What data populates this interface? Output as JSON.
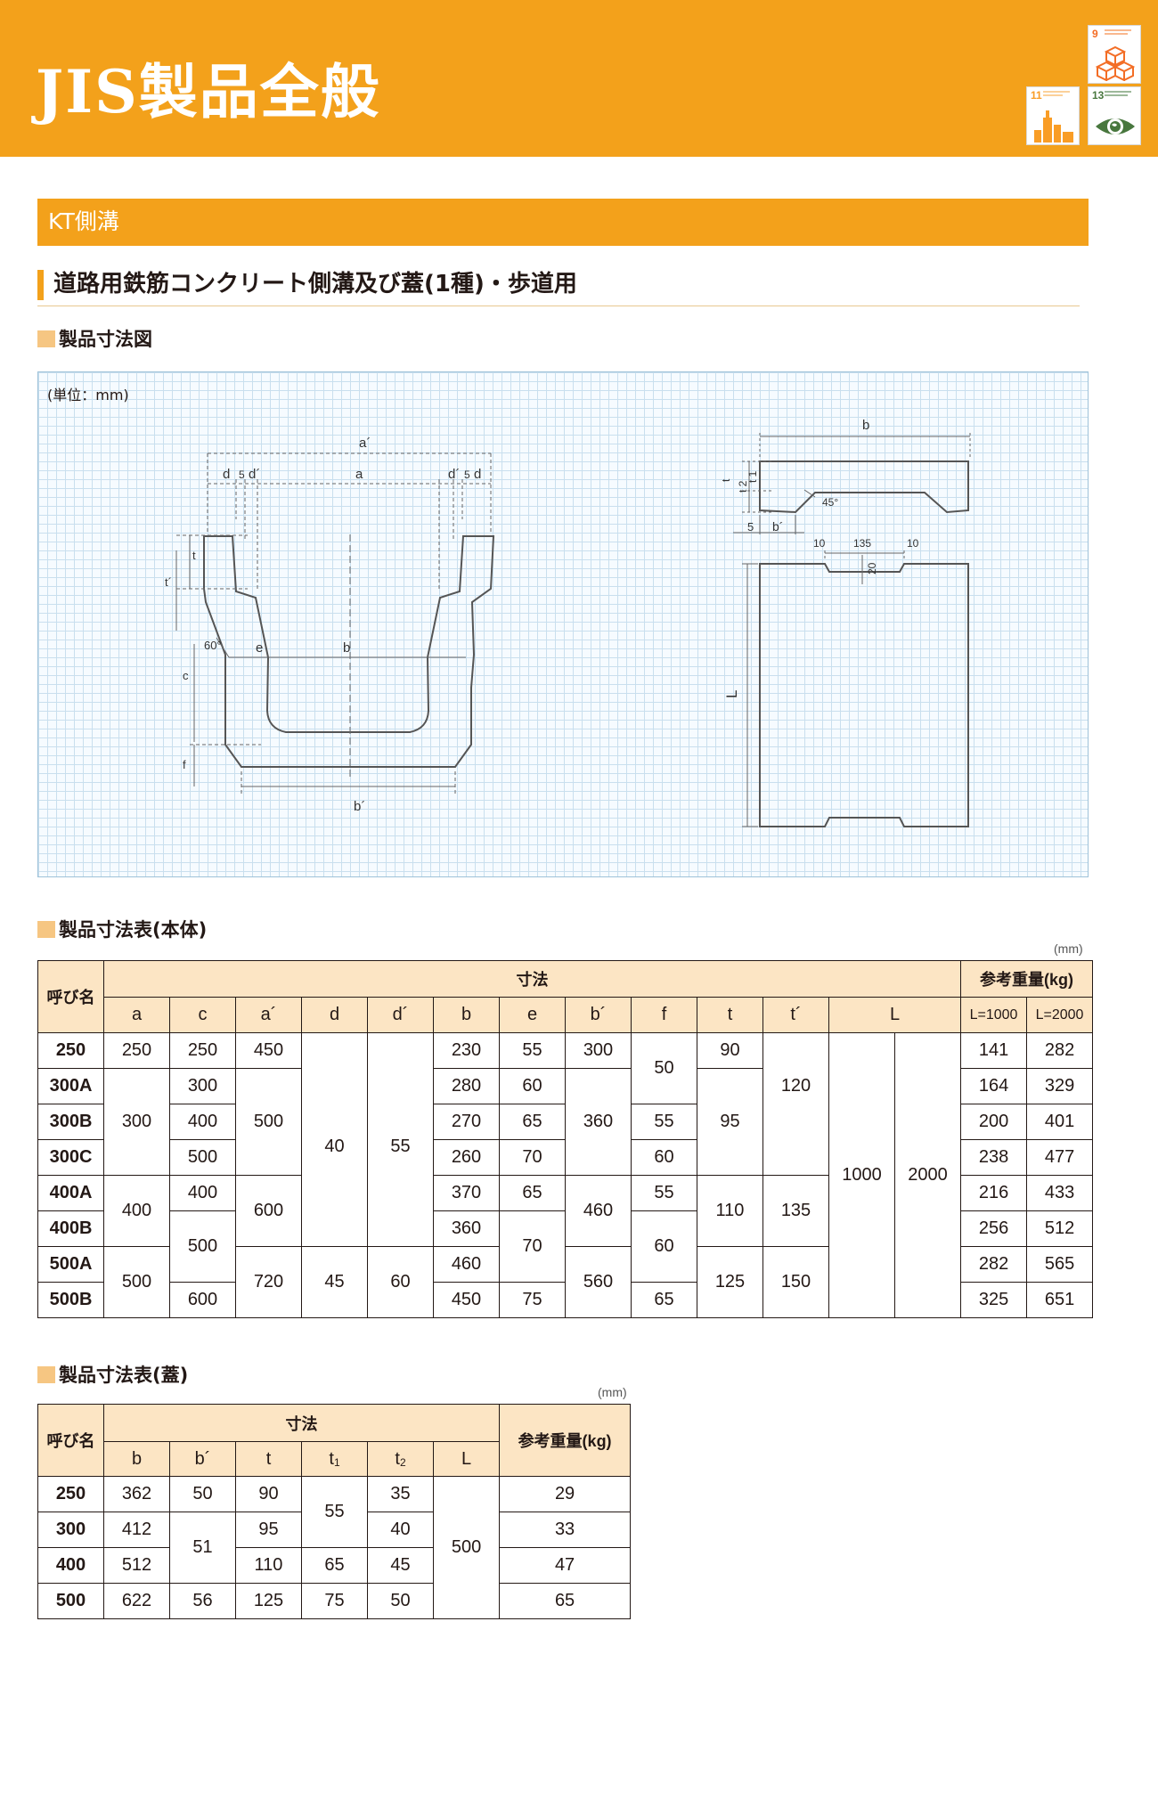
{
  "header": {
    "title": "JIS製品全般",
    "sdg_icons": [
      {
        "number": "9",
        "color": "#F36D25",
        "icon": "industry-cubes-icon"
      },
      {
        "number": "11",
        "color": "#F99D26",
        "icon": "city-buildings-icon"
      },
      {
        "number": "13",
        "color": "#48773E",
        "icon": "earth-eye-icon"
      }
    ]
  },
  "section": {
    "category": "KT側溝",
    "subtitle": "道路用鉄筋コンクリート側溝及び蓋(1種)・歩道用"
  },
  "drawing": {
    "heading": "製品寸法図",
    "unit_note": "(単位：mm)",
    "labels": {
      "a_prime": "a´",
      "a": "a",
      "d": "d",
      "five": "5",
      "d_prime": "d´",
      "t": "t",
      "t_prime": "t´",
      "c": "c",
      "f": "f",
      "sixty": "60°",
      "e": "e",
      "b": "b",
      "b_prime": "b´",
      "lid_b": "b",
      "lid_t": "t",
      "lid_t2": "t 2",
      "lid_t1": "t 1",
      "forty_five": "45°",
      "lid_5": "5",
      "lid_b_prime": "b´",
      "ten_left": "10",
      "one_three_five": "135",
      "ten_right": "10",
      "twenty": "20",
      "L": "L"
    }
  },
  "body_table": {
    "heading": "製品寸法表(本体)",
    "unit": "(mm)",
    "header": {
      "name": "呼び名",
      "dims": "寸法",
      "weight": "参考重量(kg)",
      "cols": [
        "a",
        "c",
        "a´",
        "d",
        "d´",
        "b",
        "e",
        "b´",
        "f",
        "t",
        "t´",
        "L"
      ],
      "weight_cols": [
        "L=1000",
        "L=2000"
      ]
    },
    "rows": [
      "250",
      "300A",
      "300B",
      "300C",
      "400A",
      "400B",
      "500A",
      "500B"
    ],
    "a": [
      "250",
      "300",
      "400",
      "500"
    ],
    "c": [
      "250",
      "300",
      "400",
      "500",
      "400",
      "500",
      "600"
    ],
    "a_prime": [
      "450",
      "500",
      "600",
      "720"
    ],
    "d": [
      "40",
      "45"
    ],
    "d_prime": [
      "55",
      "60"
    ],
    "b": [
      "230",
      "280",
      "270",
      "260",
      "370",
      "360",
      "460",
      "450"
    ],
    "e": [
      "55",
      "60",
      "65",
      "70",
      "65",
      "70",
      "75"
    ],
    "b_prime": [
      "300",
      "360",
      "460",
      "560"
    ],
    "f": [
      "50",
      "55",
      "60",
      "55",
      "60",
      "65"
    ],
    "t": [
      "90",
      "95",
      "110",
      "125"
    ],
    "t_prime": [
      "120",
      "135",
      "150"
    ],
    "L": [
      "1000",
      "2000"
    ],
    "w1000": [
      "141",
      "164",
      "200",
      "238",
      "216",
      "256",
      "282",
      "325"
    ],
    "w2000": [
      "282",
      "329",
      "401",
      "477",
      "433",
      "512",
      "565",
      "651"
    ]
  },
  "lid_table": {
    "heading": "製品寸法表(蓋)",
    "unit": "(mm)",
    "header": {
      "name": "呼び名",
      "dims": "寸法",
      "weight": "参考重量(kg)",
      "cols": [
        "b",
        "b´",
        "t",
        "t",
        "t",
        "L"
      ],
      "subs": [
        "",
        "",
        "",
        "1",
        "2",
        ""
      ]
    },
    "rows": [
      "250",
      "300",
      "400",
      "500"
    ],
    "b": [
      "362",
      "412",
      "512",
      "622"
    ],
    "b_prime": [
      "50",
      "51",
      "56"
    ],
    "t": [
      "90",
      "95",
      "110",
      "125"
    ],
    "t1": [
      "55",
      "65",
      "75"
    ],
    "t2": [
      "35",
      "40",
      "45",
      "50"
    ],
    "L": [
      "500"
    ],
    "weight": [
      "29",
      "33",
      "47",
      "65"
    ]
  }
}
